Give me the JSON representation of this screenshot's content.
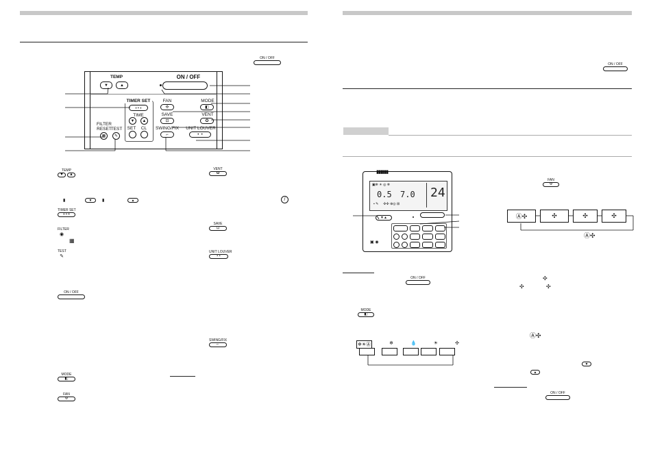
{
  "left_page": {
    "panel": {
      "temp_label": "TEMP",
      "onoff_label": "ON / OFF",
      "timer_set_label": "TIMER SET",
      "time_label": "TIME",
      "set_label": "SET",
      "cl_label": "CL",
      "fan_label": "FAN",
      "mode_label": "MODE",
      "save_label": "SAVE",
      "vent_label": "VENT",
      "swing_fix_label": "SWING/FIX",
      "unit_louver_label": "UNIT  LOUVER",
      "filter_reset_label_1": "FILTER",
      "filter_reset_label_2": "RESET",
      "test_label": "TEST",
      "arrow_down": "▼",
      "arrow_up": "▲"
    },
    "inline_icons": {
      "onoff_top": "ON / OFF",
      "temp_icon": "TEMP",
      "timer_set_icon": "TIMER SET",
      "filter_icon": "FILTER",
      "test_icon": "TEST",
      "onoff_icon": "ON / OFF",
      "mode_icon": "MODE",
      "fan_icon": "FAN",
      "vent_icon": "VENT",
      "save_icon": "SAVE",
      "unit_louver_icon": "UNIT LOUVER",
      "swing_fix_icon": "SWING/FIX",
      "prohibit_symbol": "⃠"
    }
  },
  "right_page": {
    "inline_icons": {
      "onoff_top": "ON / OFF",
      "fan_icon": "FAN",
      "onoff_icon": "ON / OFF",
      "mode_icon": "MODE",
      "onoff_bottom": "ON / OFF"
    },
    "lcd": {
      "setting_temp": "24",
      "small_value": "0.5",
      "timer_value": "7.0"
    },
    "mode_sequence": {
      "icons": [
        "❄☀Ⓐ",
        "❄",
        "💧",
        "☀",
        "✣"
      ]
    },
    "fan_sequence": {
      "labels": [
        "Ⓐ✣",
        "✣",
        "✣",
        "✣"
      ],
      "auto_label": "Ⓐ✣"
    }
  }
}
